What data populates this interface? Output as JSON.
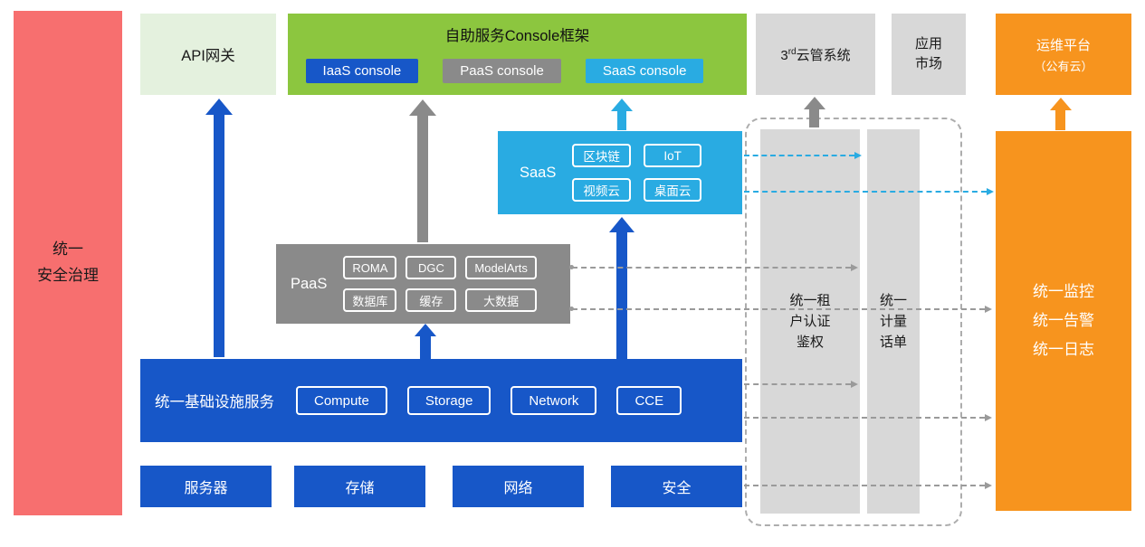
{
  "security_panel": {
    "label": "统一\n安全治理"
  },
  "api_gateway": {
    "label": "API网关"
  },
  "console_frame": {
    "title": "自助服务Console框架",
    "buttons": [
      {
        "label": "IaaS console"
      },
      {
        "label": "PaaS console"
      },
      {
        "label": "SaaS console"
      }
    ]
  },
  "third_party_cloud": {
    "num": "3",
    "sup": "rd",
    "rest": "云管系统"
  },
  "app_market": {
    "label": "应用\n市场"
  },
  "ops_platform": {
    "line1": "运维平台",
    "line2": "（公有云）"
  },
  "saas": {
    "label": "SaaS",
    "chips": [
      "区块链",
      "IoT",
      "视频云",
      "桌面云"
    ]
  },
  "paas": {
    "label": "PaaS",
    "chips": [
      "ROMA",
      "DGC",
      "ModelArts",
      "数据库",
      "缓存",
      "大数据"
    ]
  },
  "infrastructure": {
    "label": "统一基础设施服务",
    "chips": [
      "Compute",
      "Storage",
      "Network",
      "CCE"
    ]
  },
  "resources": [
    "服务器",
    "存储",
    "网络",
    "安全"
  ],
  "auth_bar": {
    "label": "统一租\n户认证\n鉴权"
  },
  "billing_bar": {
    "label": "统一\n计量\n话单"
  },
  "monitoring": {
    "label": "统一监控\n统一告警\n统一日志"
  },
  "colors": {
    "deep_blue": "#1757C8",
    "gray": "#8A8A8A",
    "light_blue": "#29ABE2",
    "green": "#8CC63F",
    "light_green": "#E4F1DE",
    "orange": "#F7941E",
    "red": "#F76F6F",
    "light_gray": "#D8D8D8"
  }
}
